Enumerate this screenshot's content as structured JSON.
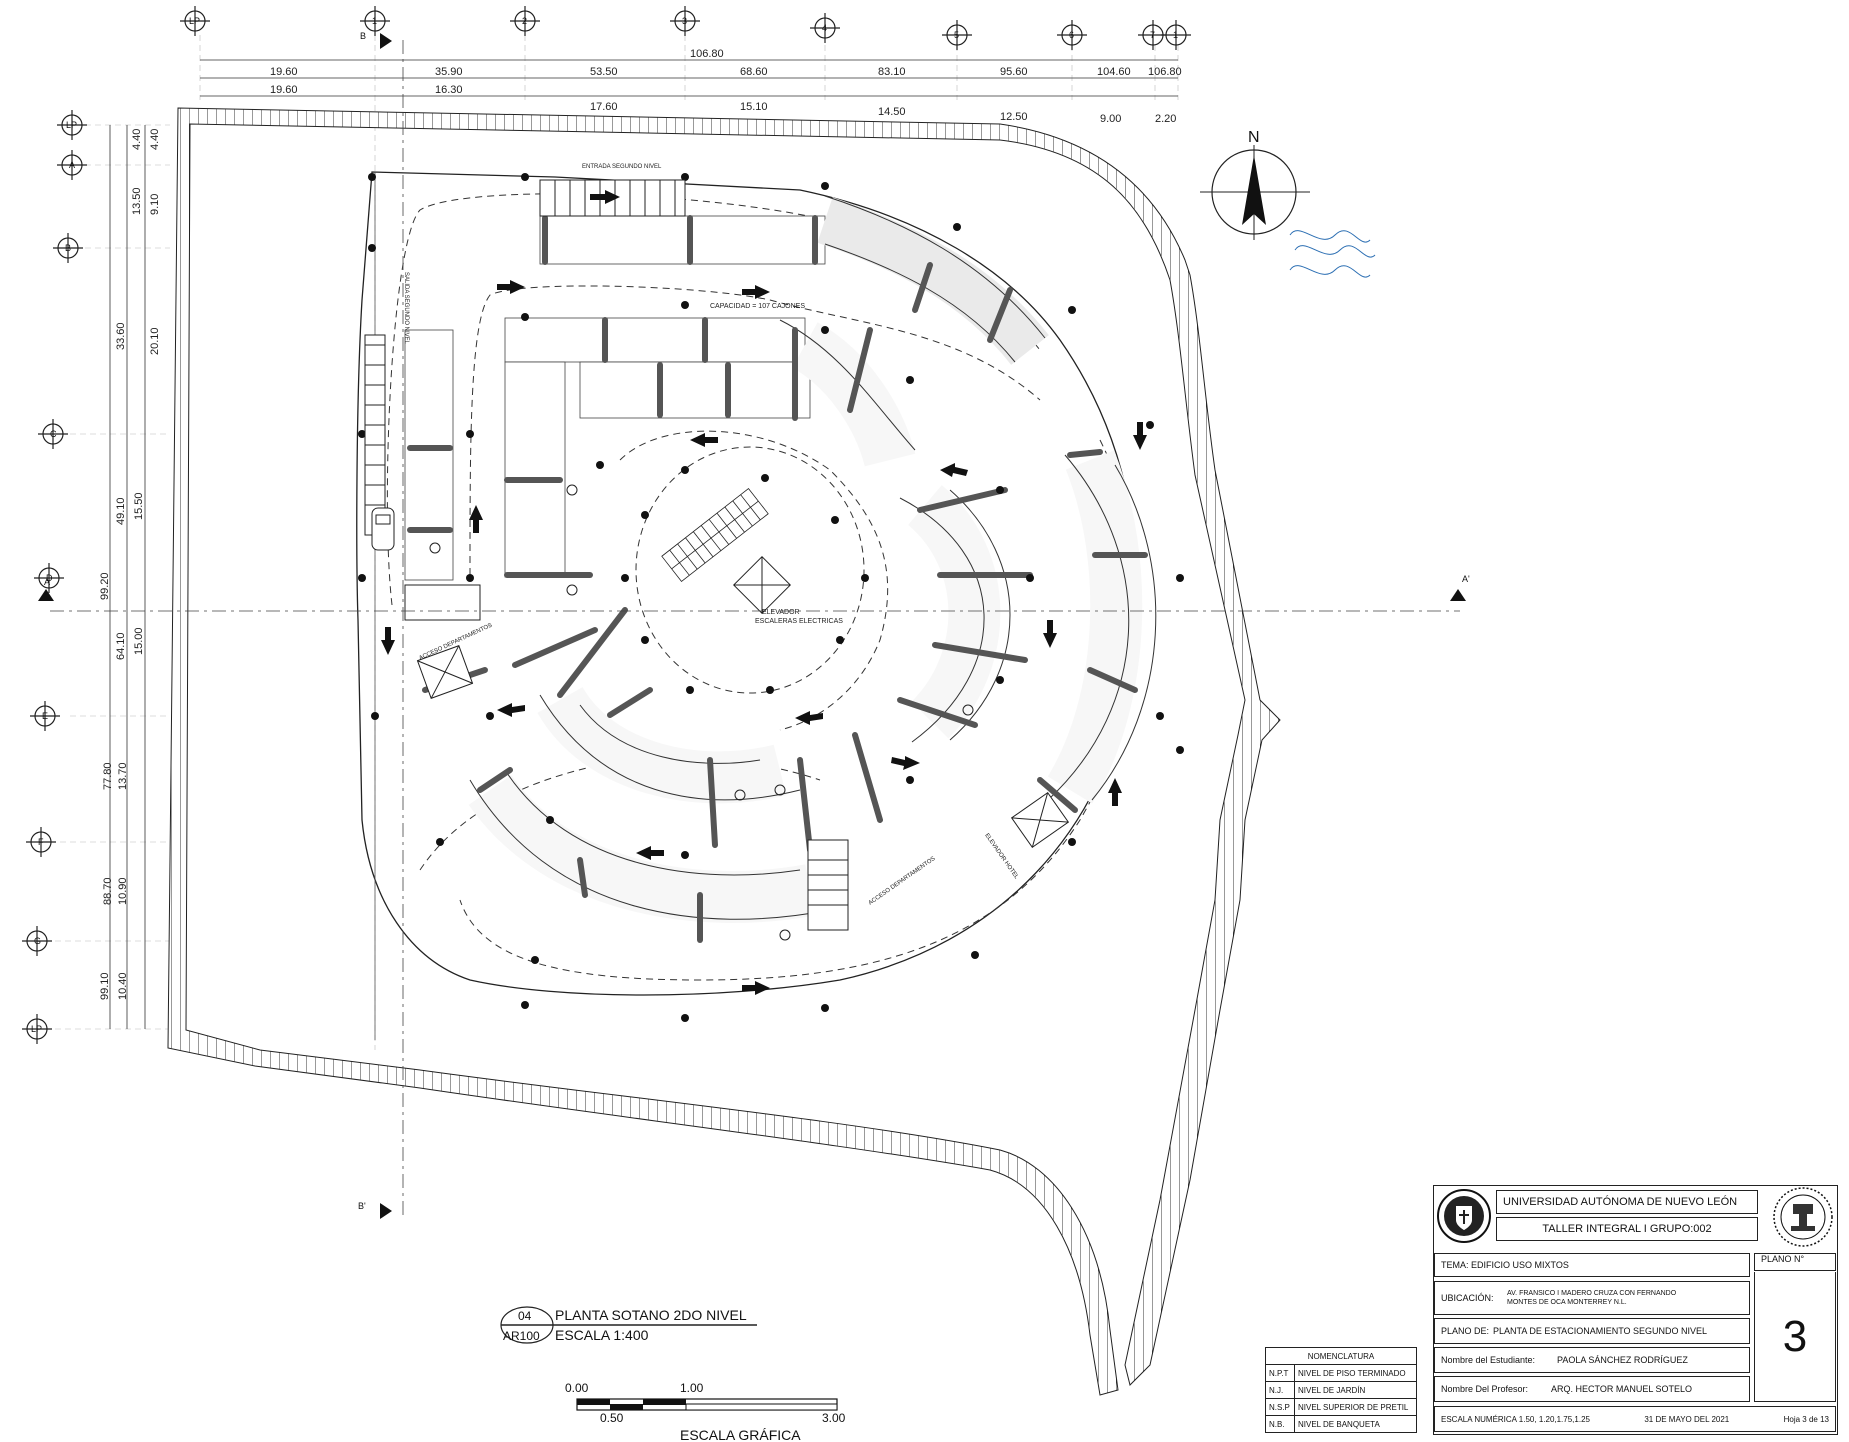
{
  "axes_top": [
    "LP",
    "1",
    "2",
    "3",
    "4",
    "5",
    "6",
    "7",
    "1"
  ],
  "axes_left": [
    "LP",
    "A",
    "B",
    "C",
    "D",
    "E",
    "F",
    "G",
    "LP"
  ],
  "dims_top_row1": "106.80",
  "dims_top_row2": [
    "19.60",
    "35.90",
    "53.50",
    "68.60",
    "83.10",
    "95.60",
    "104.60",
    "106.80"
  ],
  "dims_top_row3": [
    "19.60",
    "16.30",
    "17.60",
    "15.10",
    "14.50",
    "12.50",
    "9.00",
    "2.20"
  ],
  "dims_left_outer": [
    "4.40",
    "33.60",
    "49.10",
    "64.10",
    "77.80",
    "88.70",
    "99.10",
    "99.20"
  ],
  "dims_left_inner": [
    "4.40",
    "9.10",
    "13.50",
    "20.10",
    "15.50",
    "15.00",
    "13.70",
    "10.90",
    "10.40"
  ],
  "section_marks": {
    "b_top": "B",
    "b_bottom": "B'",
    "a_left": "A",
    "a_right": "A'"
  },
  "plan_labels": {
    "entrada": "ENTRADA SEGUNDO NIVEL",
    "capacidad": "CAPACIDAD = 107 CAJONES",
    "elevador": "ELEVADOR",
    "escaleras": "ESCALERAS ELECTRICAS",
    "acceso1": "ACCESO DEPARTAMENTOS",
    "acceso2": "ACCESO DEPARTAMENTOS",
    "elevador_hotel": "ELEVADOR HOTEL",
    "salida": "SALIDA SEGUNDO NIVEL",
    "north": "N"
  },
  "drawing_title": {
    "number": "04",
    "code": "AR100",
    "name": "PLANTA SOTANO 2DO NIVEL",
    "scale": "ESCALA 1:400"
  },
  "graphic_scale": {
    "t0": "0.00",
    "t1": "1.00",
    "t2": "0.50",
    "t3": "3.00",
    "label": "ESCALA GRÁFICA"
  },
  "nomenclature": {
    "header": "NOMENCLATURA",
    "rows": [
      {
        "abbr": "N.P.T",
        "desc": "NIVEL DE PISO TERMINADO"
      },
      {
        "abbr": "N.J.",
        "desc": "NIVEL DE JARDÍN"
      },
      {
        "abbr": "N.S.P",
        "desc": "NIVEL SUPERIOR DE PRETIL"
      },
      {
        "abbr": "N.B.",
        "desc": "NIVEL DE BANQUETA"
      }
    ]
  },
  "title_block": {
    "university": "UNIVERSIDAD AUTÓNOMA DE NUEVO LEÓN",
    "workshop": "TALLER INTEGRAL I   GRUPO:002",
    "tema": "TEMA: EDIFICIO USO MIXTOS",
    "plano_label": "PLANO N°",
    "plano_number": "3",
    "ubicacion_label": "UBICACIÓN:",
    "ubicacion_line1": "AV. FRANSICO I MADERO  CRUZA CON FERNANDO",
    "ubicacion_line2": "MONTES DE OCA  MONTERREY N.L.",
    "plano_de_label": "PLANO DE:",
    "plano_de": "PLANTA DE ESTACIONAMIENTO SEGUNDO NIVEL",
    "estudiante_label": "Nombre del Estudiante:",
    "estudiante": "PAOLA SÁNCHEZ RODRÍGUEZ",
    "profesor_label": "Nombre Del Profesor:",
    "profesor": "ARQ. HECTOR MANUEL SOTELO",
    "escala": "ESCALA NUMÉRICA 1.50, 1.20,1.75,1.25",
    "fecha": "31 DE MAYO DEL 2021",
    "hoja": "Hoja  3   de 13"
  }
}
